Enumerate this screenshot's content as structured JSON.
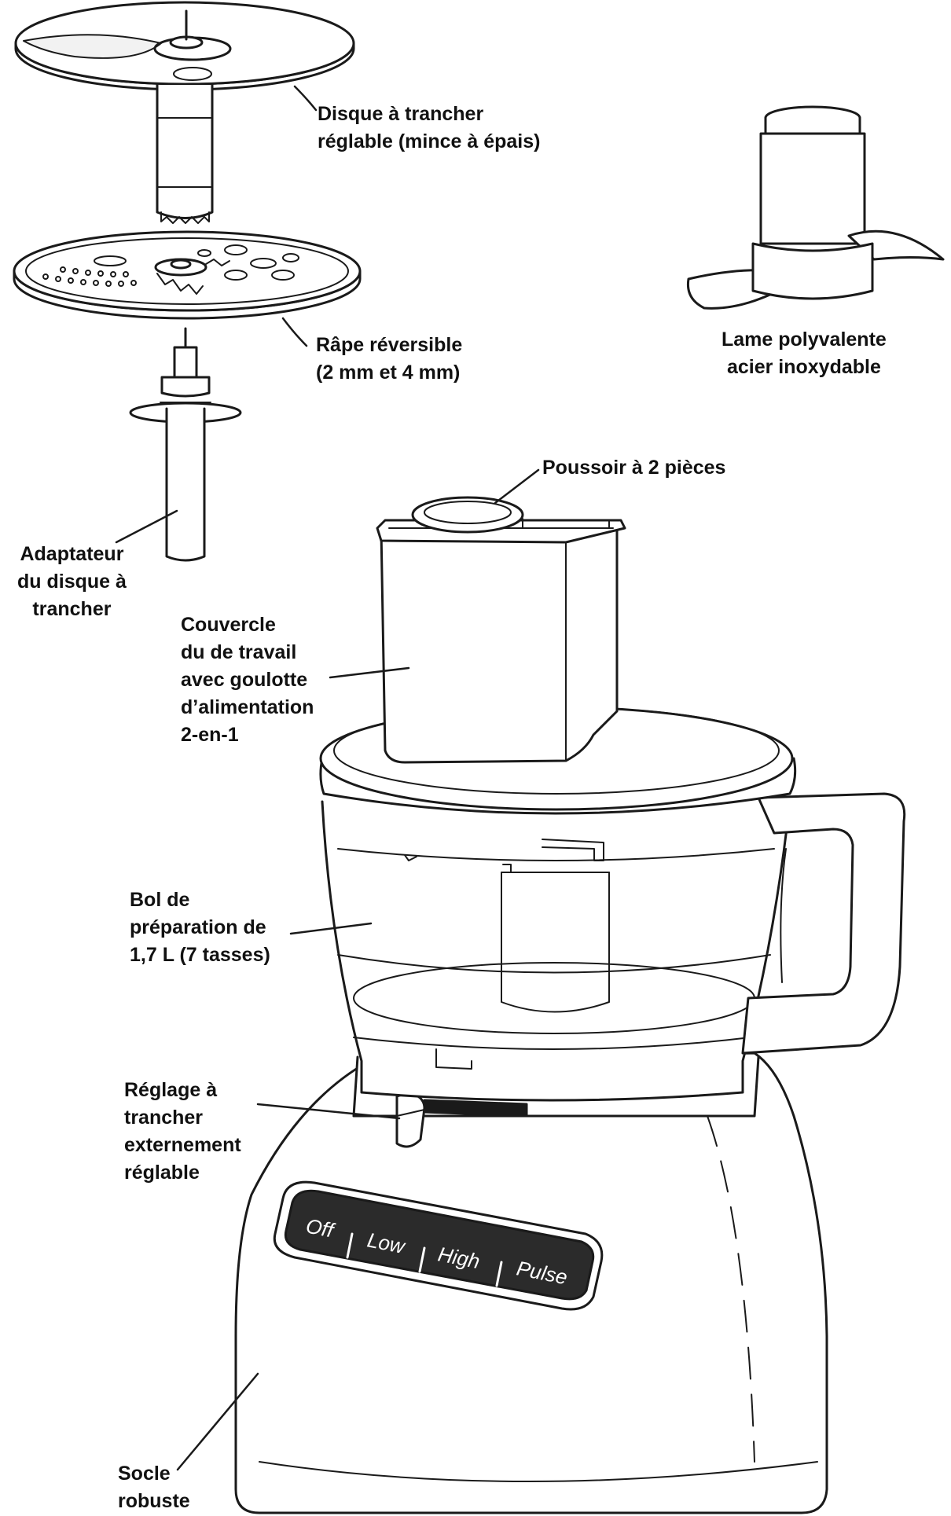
{
  "labels": {
    "slicing_disc": [
      "Disque à trancher",
      "réglable (mince à épais)"
    ],
    "grater": [
      "Râpe réversible",
      "(2 mm et 4 mm)"
    ],
    "blade": [
      "Lame polyvalente",
      "acier inoxydable"
    ],
    "pusher": [
      "Poussoir à 2 pièces"
    ],
    "adapter": [
      "Adaptateur",
      "du disque à",
      "trancher"
    ],
    "lid": [
      "Couvercle",
      "du de travail",
      "avec goulotte",
      "d’alimentation",
      "2-en-1"
    ],
    "bowl": [
      "Bol de",
      "préparation de",
      "1,7 L (7 tasses)"
    ],
    "slice_control": [
      "Réglage à",
      "trancher",
      "externement",
      "réglable"
    ],
    "base": [
      "Socle",
      "robuste"
    ]
  },
  "controls": [
    "Off",
    "Low",
    "High",
    "Pulse"
  ],
  "colors": {
    "line": "#1a1a1a",
    "panel": "#2b2b2b",
    "text": "#111111"
  }
}
